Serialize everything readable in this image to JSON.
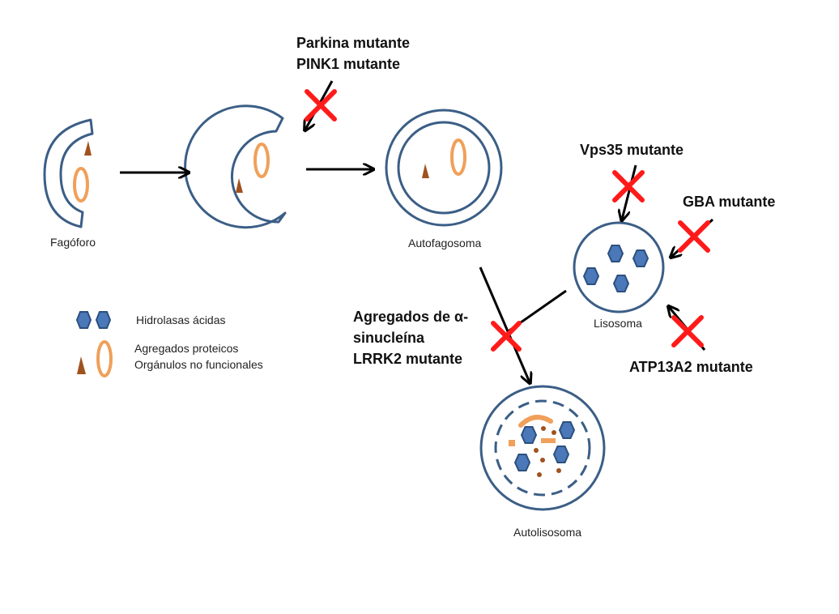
{
  "colors": {
    "membrane": "#3b5e86",
    "hydrolase_fill": "#4a78b8",
    "hydrolase_stroke": "#2c4f7e",
    "organelle": "#f0a05a",
    "aggregate": "#a0521e",
    "arrow": "#000000",
    "block": "#ff1a1a"
  },
  "icons": {
    "hydrolase": "blue-hexagon-icon",
    "aggregate": "brown-triangle-icon",
    "organelle": "orange-ring-icon",
    "block": "red-x-icon",
    "arrow": "black-arrow-icon"
  },
  "stages": {
    "phagophore": "Fagóforo",
    "autophagosome": "Autofagosoma",
    "lysosome": "Lisosoma",
    "autolysosome": "Autolisosoma"
  },
  "mutations": {
    "parkin_pink1": [
      "Parkina mutante",
      "PINK1 mutante"
    ],
    "vps35": "Vps35 mutante",
    "gba": "GBA mutante",
    "atp13a2": "ATP13A2 mutante",
    "synuclein_lrrk2": [
      "Agregados de α-",
      "sinucleína",
      "LRRK2 mutante"
    ]
  },
  "legend": {
    "hydrolases": "Hidrolasas ácidas",
    "aggregates": "Agregados proteicos",
    "organelles": "Orgánulos no funcionales"
  }
}
